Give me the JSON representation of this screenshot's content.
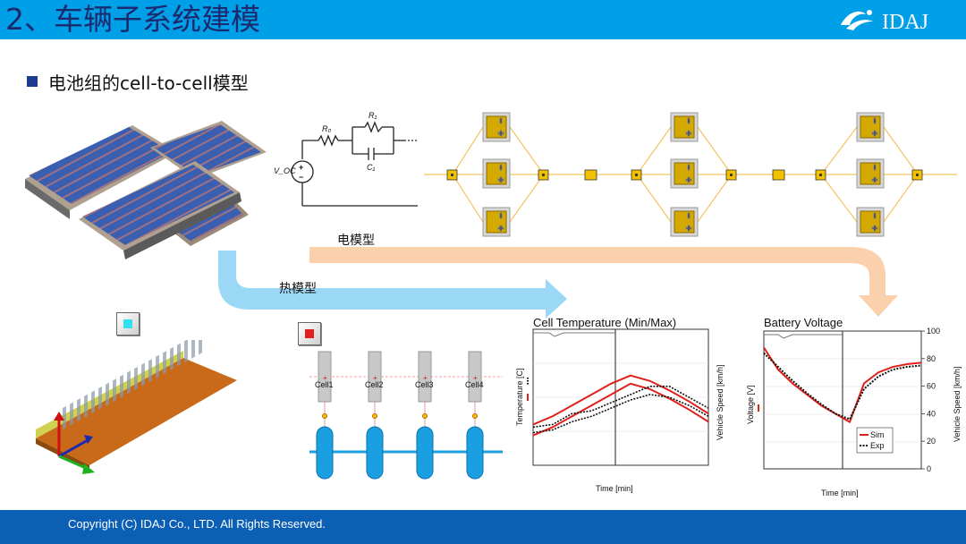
{
  "header": {
    "title": "2、车辆子系统建模",
    "logo_text": "IDAJ"
  },
  "bullet": {
    "text": "电池组的cell-to-cell模型"
  },
  "labels": {
    "electric_model": "电模型",
    "thermal_model": "热模型"
  },
  "circuit": {
    "r0": "R₀",
    "r1": "R₁",
    "c1": "C₁",
    "voc": "V_OC"
  },
  "cells": [
    "Cell1",
    "Cell2",
    "Cell3",
    "Cell4"
  ],
  "colors": {
    "header": "#00a0e9",
    "footer": "#0b5fb5",
    "title": "#1a2a6c",
    "electric_arrow": "#fbd0ad",
    "thermal_arrow": "#9ad8f5",
    "battery": "#d4a900",
    "sim": "#e0201a",
    "exp": "#111111"
  },
  "icons": {
    "cyan": "cyan-square-icon",
    "red": "red-square-icon"
  },
  "footer": {
    "copyright": "Copyright (C)  IDAJ Co., LTD. All Rights Reserved."
  },
  "chart_data": [
    {
      "type": "line",
      "title": "Cell Temperature (Min/Max)",
      "xlabel": "Time [min]",
      "ylabel": "Temperature [C]",
      "y2label": "Vehicle Speed [km/h]",
      "series": [
        {
          "values": [
            0.3,
            0.36,
            0.44,
            0.52,
            0.6,
            0.66,
            0.62,
            0.55,
            0.47,
            0.38
          ]
        },
        {
          "values": [
            0.22,
            0.28,
            0.36,
            0.44,
            0.52,
            0.6,
            0.56,
            0.49,
            0.41,
            0.32
          ]
        },
        {
          "values": [
            0.28,
            0.3,
            0.38,
            0.4,
            0.46,
            0.52,
            0.58,
            0.58,
            0.5,
            0.42
          ]
        },
        {
          "values": [
            0.24,
            0.26,
            0.32,
            0.36,
            0.42,
            0.48,
            0.52,
            0.5,
            0.44,
            0.36
          ]
        }
      ]
    },
    {
      "type": "line",
      "title": "Battery Voltage",
      "xlabel": "Time [min]",
      "ylabel": "Voltage [V]",
      "y2label": "Vehicle Speed [km/h]",
      "y2ticks": [
        "100",
        "80",
        "60",
        "40",
        "20",
        "0"
      ],
      "legend": [
        "Sim",
        "Exp"
      ],
      "series": [
        {
          "name": "Sim",
          "values": [
            0.88,
            0.72,
            0.62,
            0.54,
            0.46,
            0.4,
            0.34,
            0.62,
            0.7,
            0.74,
            0.76,
            0.77
          ]
        },
        {
          "name": "Exp",
          "values": [
            0.84,
            0.74,
            0.64,
            0.55,
            0.47,
            0.4,
            0.36,
            0.58,
            0.67,
            0.72,
            0.74,
            0.75
          ]
        }
      ]
    }
  ]
}
